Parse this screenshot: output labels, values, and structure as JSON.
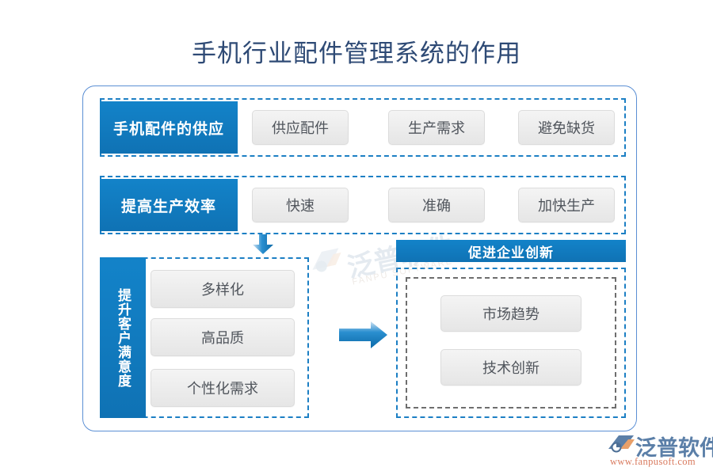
{
  "page": {
    "title": "手机行业配件管理系统的作用"
  },
  "colors": {
    "accent_blue": "#0f76bc",
    "header_blue_light": "#1383c9",
    "frame_blue": "#5b8fd4",
    "dashed_blue": "#1c7fc4",
    "dashed_gray": "#6e6e6e",
    "title_navy": "#2e4a75",
    "box_gray": "#ececec",
    "box_text": "#50555c",
    "brand_blue": "#5b7fa8",
    "brand_orange": "#d97a5e"
  },
  "diagram": {
    "rows": [
      {
        "id": "supply",
        "header": "手机配件的供应",
        "items": [
          "供应配件",
          "生产需求",
          "避免缺货"
        ]
      },
      {
        "id": "efficiency",
        "header": "提高生产效率",
        "items": [
          "快速",
          "准确",
          "加快生产"
        ]
      }
    ],
    "satisfaction": {
      "id": "satisfaction",
      "header": "提升客户满意度",
      "items": [
        "多样化",
        "高品质",
        "个性化需求"
      ]
    },
    "innovation": {
      "id": "innovation",
      "header": "促进企业创新",
      "items": [
        "市场趋势",
        "技术创新"
      ]
    },
    "arrows": [
      {
        "name": "arrow-down-efficiency-to-satisfaction",
        "direction": "down"
      },
      {
        "name": "arrow-right-satisfaction-to-innovation",
        "direction": "right"
      }
    ]
  },
  "watermark": {
    "text": "泛普软件",
    "subtext": "FANPU SOFTWARE"
  },
  "brand": {
    "name": "泛普软件",
    "url": "www.fanpusoft.com"
  }
}
